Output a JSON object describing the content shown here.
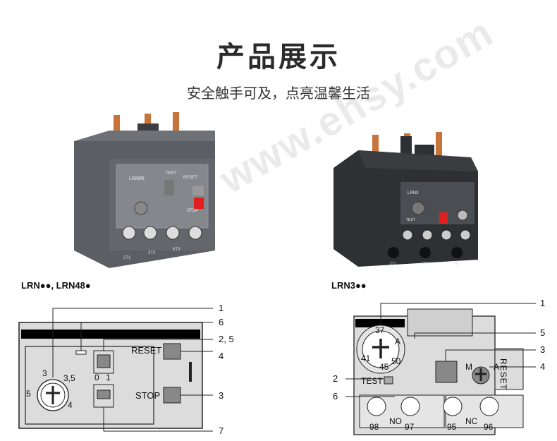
{
  "header": {
    "title": "产品展示",
    "subtitle": "安全触手可及，点亮温馨生活"
  },
  "watermark": "www.ehsy.com",
  "products": [
    {
      "caption": "LRN●●, LRN48●",
      "device_labels": {
        "model": "LRN06",
        "test": "TEST",
        "reset": "RESET",
        "stop": "STOP",
        "terminals": [
          "2T1",
          "4T2",
          "6T3"
        ]
      }
    },
    {
      "caption": "LRN3●●",
      "device_labels": {
        "model": "LRN3",
        "test": "TEST",
        "terminals": [
          "2T1",
          "4T2",
          "6T3"
        ]
      }
    }
  ],
  "diagram_left": {
    "reset_label": "RESET",
    "stop_label": "STOP",
    "dial_labels": [
      "3",
      "3,5",
      "5",
      "4"
    ],
    "switch_labels": [
      "0",
      "1"
    ],
    "callouts": [
      "1",
      "6",
      "2, 5",
      "4",
      "3",
      "7"
    ]
  },
  "diagram_right": {
    "test_label": "TEST",
    "mode_m": "M",
    "mode_a": "A",
    "reset_vertical": "RESET",
    "dial_labels": [
      "37",
      "41",
      "50",
      "45",
      "A"
    ],
    "contact_labels": [
      "98",
      "NO",
      "97",
      "95",
      "NC",
      "96"
    ],
    "callouts": [
      "1",
      "5",
      "3",
      "4",
      "2",
      "6"
    ]
  },
  "colors": {
    "device_body": "#55595e",
    "device_dark": "#2e3033",
    "copper": "#c8733a",
    "red_button": "#e02020",
    "diagram_gray": "#d9d9d9",
    "diagram_fill": "#cfcfcf"
  }
}
